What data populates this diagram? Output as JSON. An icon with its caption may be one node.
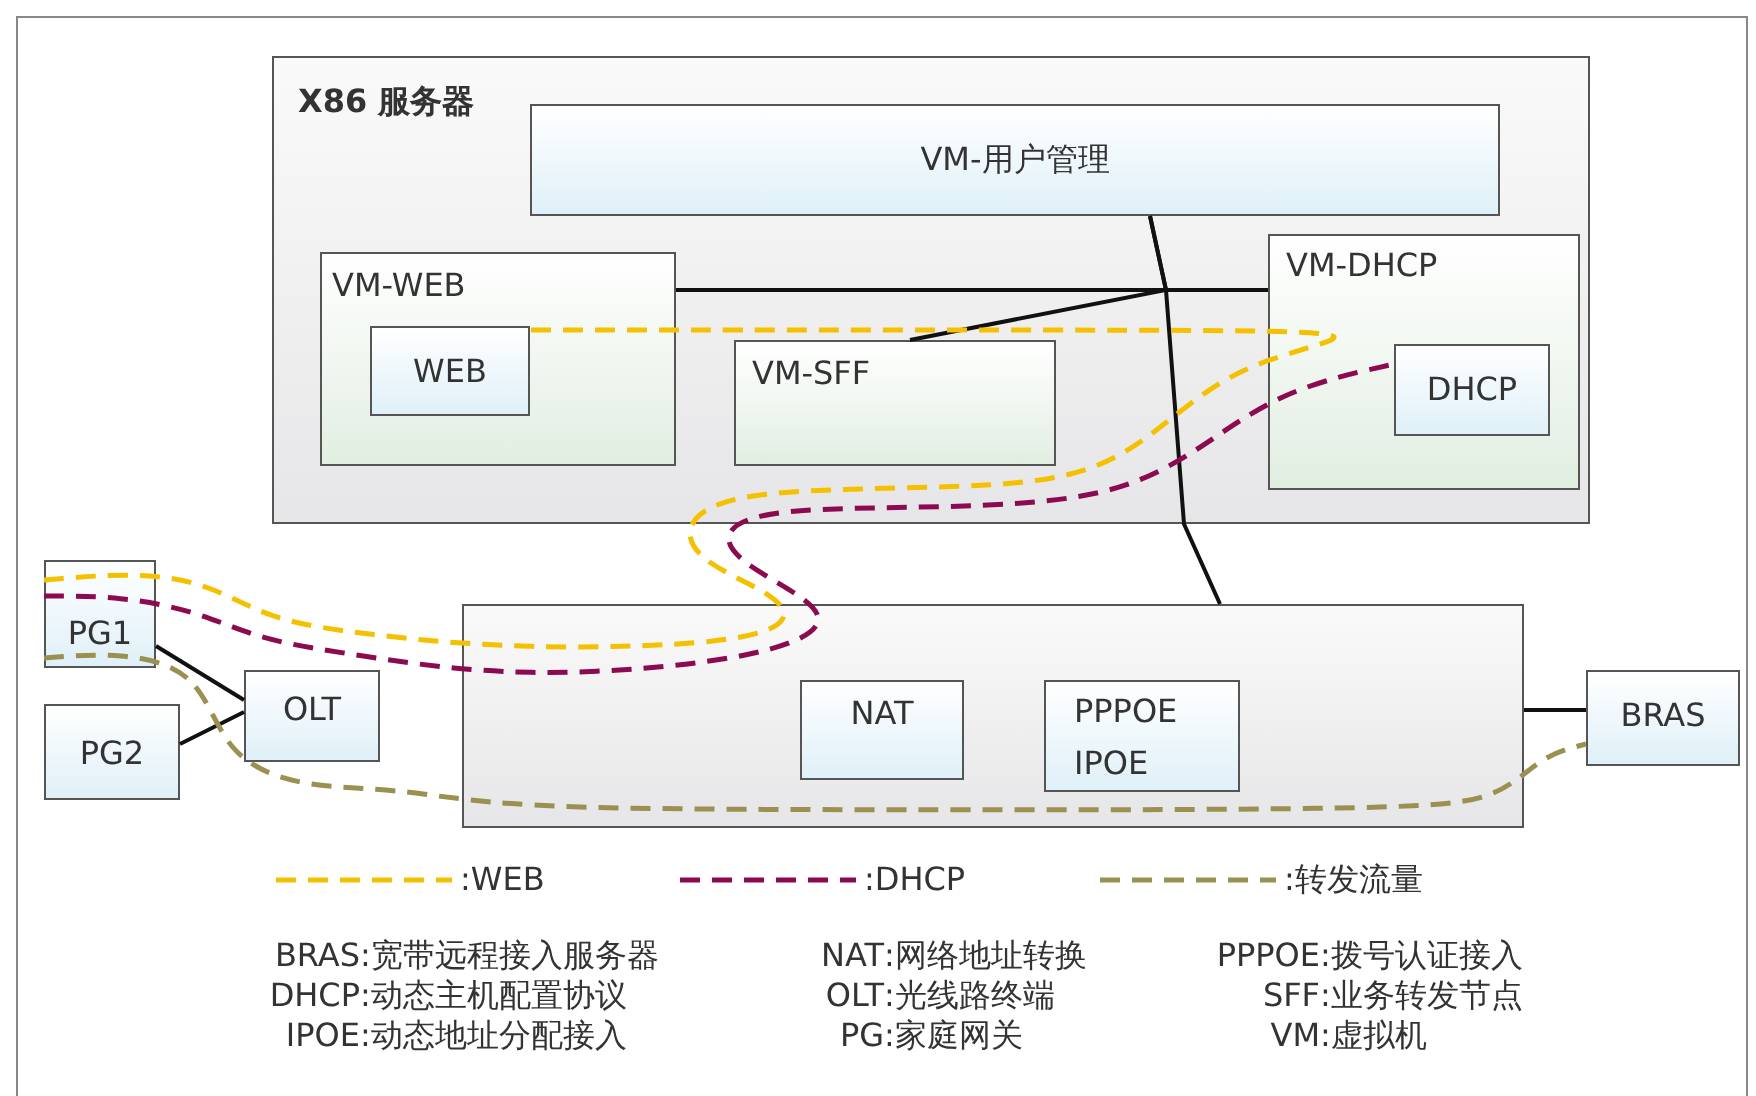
{
  "diagram": {
    "nodes": [
      {
        "text": [
          "X86 服务器"
        ]
      },
      {
        "text": [
          "VM-用户管理"
        ],
        "in": 0
      },
      {
        "text": [
          "VM-WEB"
        ],
        "in": 0
      },
      {
        "text": [
          "WEB"
        ],
        "in": 2
      },
      {
        "text": [
          "VM-SFF"
        ],
        "in": 0
      },
      {
        "text": [
          "VM-DHCP"
        ],
        "in": 0
      },
      {
        "text": [
          "DHCP"
        ],
        "in": 5
      },
      {
        "text": [
          "PG1"
        ]
      },
      {
        "text": [
          "PG2"
        ]
      },
      {
        "text": [
          "OLT"
        ]
      },
      {
        "text": [],
        "shape": "box"
      },
      {
        "text": [
          "NAT"
        ],
        "in": 10
      },
      {
        "text": [
          "PPPOE IPOE"
        ],
        "in": 10
      },
      {
        "text": [
          "BRAS"
        ]
      }
    ],
    "edges": [
      {
        "from": 1,
        "to": 10,
        "arrow": "none"
      },
      {
        "from": 4,
        "to": 1,
        "arrow": "none"
      },
      {
        "from": 2,
        "to": 5,
        "arrow": "none"
      },
      {
        "from": 7,
        "to": 9,
        "arrow": "none"
      },
      {
        "from": 8,
        "to": 9,
        "arrow": "none"
      },
      {
        "from": 10,
        "to": 13,
        "arrow": "none"
      },
      {
        "from": 7,
        "to": 3,
        "arrow": "none",
        "style": "dashed",
        "color": "#f5c000"
      },
      {
        "from": 7,
        "to": 6,
        "arrow": "none",
        "style": "dashed",
        "color": "#8b0a50"
      },
      {
        "from": 7,
        "to": 13,
        "arrow": "none",
        "style": "dashed",
        "color": "#9a9050"
      }
    ],
    "labels": [
      "BRAS:宽带远程接入服务器",
      "NAT:网络地址转换",
      "PPPOE:拨号认证接入",
      "DHCP:动态主机配置协议",
      "OLT:光线路终端",
      "SFF:业务转发节点",
      "IPOE:动态地址分配接入",
      "PG:家庭网关",
      "VM:虚拟机"
    ],
    "legend": [
      {
        "text": ":WEB"
      },
      {
        "text": ":DHCP"
      },
      {
        "text": ":转发流量"
      }
    ]
  }
}
